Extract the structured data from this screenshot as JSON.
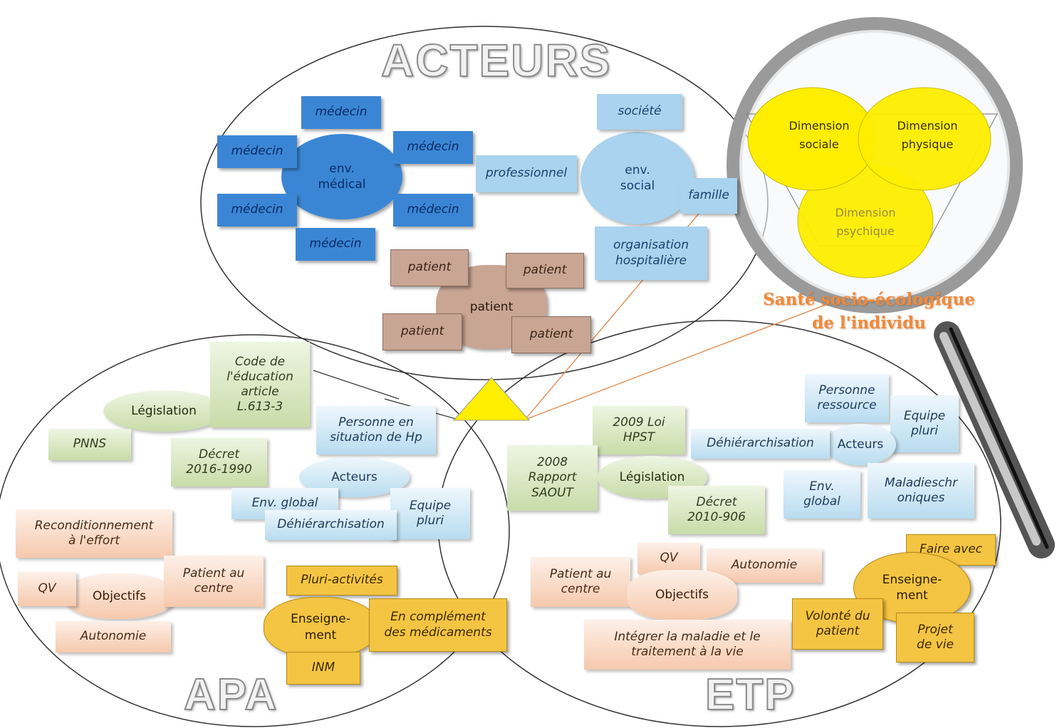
{
  "circles": {
    "acteurs_title": "ACTEURS",
    "apa_title": "APA",
    "etp_title": "ETP"
  },
  "acteurs": {
    "env_medical": "env.\nmédical",
    "medecin": [
      "médecin",
      "médecin",
      "médecin",
      "médecin",
      "médecin",
      "médecin"
    ],
    "professionnel": "professionnel",
    "env_social": "env.\nsocial",
    "societe": "société",
    "famille": "famille",
    "organisation": "organisation\nhospitalière",
    "patient_hub": "patient",
    "patients": [
      "patient",
      "patient",
      "patient",
      "patient"
    ]
  },
  "apa": {
    "code": "Code de\nl'éducation\narticle\nL.613-3",
    "legislation": "Législation",
    "pnns": "PNNS",
    "decret": "Décret\n2016-1990",
    "personne": "Personne en\nsituation de Hp",
    "acteurs": "Acteurs",
    "env_global": "Env. global",
    "equipe": "Equipe\npluri",
    "dehierarchisation": "Déhiérarchisation",
    "reconditionnement": "Reconditionnement\nà l'effort",
    "qv": "QV",
    "objectifs": "Objectifs",
    "patient_centre": "Patient au\ncentre",
    "autonomie": "Autonomie",
    "pluri_activites": "Pluri-activités",
    "enseignement": "Enseigne-\nment",
    "complement": "En complément\ndes médicaments",
    "inm": "INM"
  },
  "etp": {
    "loi_hpst": "2009 Loi\nHPST",
    "rapport": "2008\nRapport\nSAOUT",
    "legislation": "Législation",
    "decret": "Décret\n2010-906",
    "personne_ressource": "Personne\nressource",
    "equipe": "Equipe\npluri",
    "dehierarchisation": "Déhiérarchisation",
    "acteurs": "Acteurs",
    "env_global": "Env.\nglobal",
    "maladies": "Maladieschr\noniques",
    "qv": "QV",
    "autonomie": "Autonomie",
    "patient_centre": "Patient au\ncentre",
    "objectifs": "Objectifs",
    "integrer": "Intégrer la maladie et le\ntraitement à la vie",
    "faire_avec": "Faire avec",
    "enseignement": "Enseigne-\nment",
    "volonte": "Volonté du\npatient",
    "projet": "Projet\nde vie"
  },
  "loupe": {
    "sociale": "Dimension\nsociale",
    "physique": "Dimension\nphysique",
    "psychique": "Dimension\npsychique",
    "sante": "Santé socio-écologique\nde l'individu"
  },
  "colors": {
    "medical": "#3b86d4",
    "social": "#a9d3ee",
    "patient": "#c9a593",
    "legislation": "#d7e6c0",
    "acteurs": "#cfe7f5",
    "objectifs": "#f9d8c4",
    "enseignement": "#f4c443",
    "dimension": "#ffee00",
    "sante": "#f08a3c"
  }
}
